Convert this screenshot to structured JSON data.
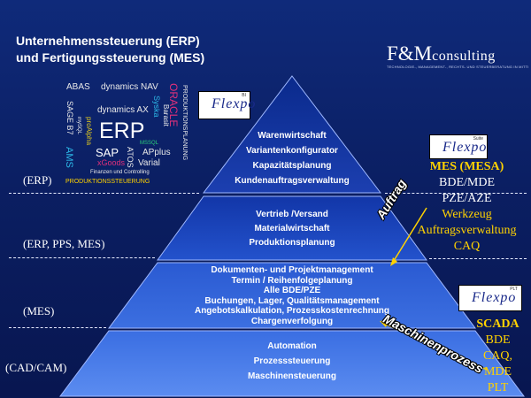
{
  "title": {
    "line1": "Unternehmenssteuerung  (ERP)",
    "line2": "und Fertigungssteuerung (MES)"
  },
  "logo": {
    "main": "F&M",
    "sub": "consulting",
    "tagline": "TECHNOLOGIE-, MANAGEMENT-, RECHTS- UND STEUERBERATUNG IN MITTELSTÄNDISCHEN UNTERNEHMEN"
  },
  "word_cloud": {
    "abas": "ABAS",
    "dynamics_nav": "dynamics NAV",
    "dynamics_ax": "dynamics AX",
    "erp": "ERP",
    "sap": "SAP",
    "sage": "SAGE B7",
    "mysql": "mySQL",
    "proalpha": "proAlpha",
    "ams": "AMS",
    "atos": "ATOS",
    "syska": "Syska",
    "bannerkeit": "Barasit",
    "oracle": "ORACLE",
    "produktionsplanung": "PRODUKTIONSPLANUNG",
    "applus": "APplus",
    "varial": "Varial",
    "mssql": "MSSQL",
    "finanzen": "Finanzen und Controlling",
    "xgoods": "xGoods",
    "produktionssteuerung": "PRODUKTIONSSTEUERUNG"
  },
  "flexo_badges": {
    "bi": {
      "tag": "BI",
      "script": "Flexpo"
    },
    "suite": {
      "tag": "Suite",
      "script": "Flexpo"
    },
    "plt": {
      "tag": "PLT",
      "script": "Flexpo"
    }
  },
  "left_labels": {
    "erp": "(ERP)",
    "erp_pps_mes": "(ERP, PPS, MES)",
    "mes": "(MES)",
    "cad_cam": "(CAD/CAM)"
  },
  "pyramid": {
    "top": [
      "Warenwirtschaft",
      "Variantenkonfigurator",
      "Kapazitätsplanung",
      "Kundenauftragsverwaltung"
    ],
    "upper_mid": [
      "Vertrieb /Versand",
      "Materialwirtschaft",
      "Produktionsplanung"
    ],
    "lower_mid": [
      "Dokumenten- und Projektmanagement",
      "Termin / Reihenfolgeplanung",
      "Alle BDE/PZE",
      "Buchungen, Lager, Qualitätsmanagement",
      "Angebotskalkulation, Prozesskostenrechnung",
      "Chargenverfolgung"
    ],
    "base": [
      "Automation",
      "Prozesssteuerung",
      "Maschinensteuerung"
    ]
  },
  "right_mes": {
    "heading": "MES (MESA)",
    "items": [
      "BDE/MDE",
      "PZE/AZE",
      "Werkzeug",
      "Auftragsverwaltung",
      "CAQ"
    ]
  },
  "right_scada": {
    "heading": "SCADA",
    "items": [
      "BDE",
      "CAQ,",
      "MDE",
      "PLT"
    ]
  },
  "arrows": {
    "auftrag": "Auftrag",
    "maschinenprozess": "Maschinenprozess"
  },
  "colors": {
    "background": "#0b1f63",
    "pyramid_top": "#0a2a8c",
    "pyramid_light": "#3c6fe0",
    "accent_yellow": "#ffd200"
  }
}
